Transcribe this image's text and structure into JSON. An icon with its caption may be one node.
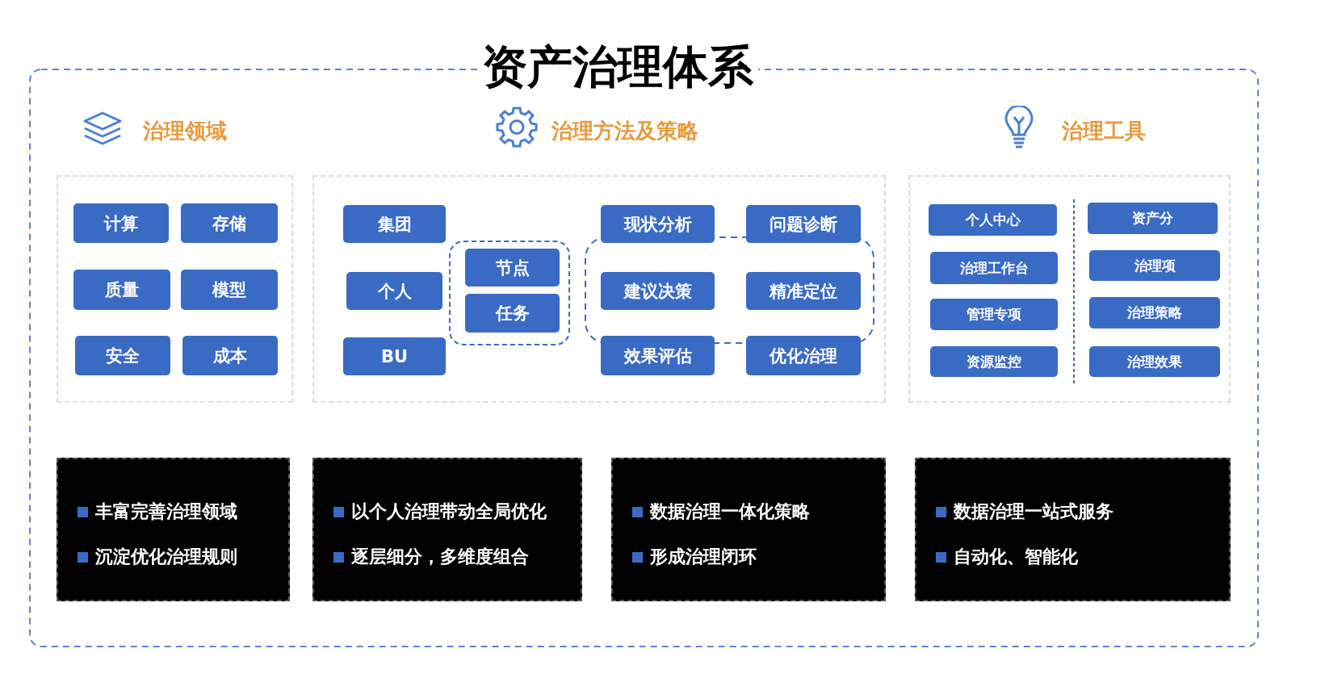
{
  "diagram": {
    "title": "资产治理体系",
    "nodes": [
      {
        "text": [
          "治理领域"
        ]
      },
      {
        "text": [
          "计算"
        ],
        "in": 0
      },
      {
        "text": [
          "存储"
        ],
        "in": 0
      },
      {
        "text": [
          "质量"
        ],
        "in": 0
      },
      {
        "text": [
          "模型"
        ],
        "in": 0
      },
      {
        "text": [
          "安全"
        ],
        "in": 0
      },
      {
        "text": [
          "成本"
        ],
        "in": 0
      },
      {
        "text": [
          "治理方法及策略"
        ]
      },
      {
        "text": [
          "集团"
        ],
        "in": 7
      },
      {
        "text": [
          "个人"
        ],
        "in": 7
      },
      {
        "text": [
          "BU"
        ],
        "in": 7
      },
      {
        "text": [],
        "shape": "box",
        "in": 7
      },
      {
        "text": [
          "节点"
        ],
        "in": 11
      },
      {
        "text": [
          "任务"
        ],
        "in": 11
      },
      {
        "text": [
          "现状分析"
        ],
        "in": 7
      },
      {
        "text": [
          "问题诊断"
        ],
        "in": 7
      },
      {
        "text": [
          "建议决策"
        ],
        "in": 7
      },
      {
        "text": [
          "精准定位"
        ],
        "in": 7
      },
      {
        "text": [
          "效果评估"
        ],
        "in": 7
      },
      {
        "text": [
          "优化治理"
        ],
        "in": 7
      },
      {
        "text": [
          "治理工具"
        ]
      },
      {
        "text": [
          "个人中心"
        ],
        "in": 20
      },
      {
        "text": [
          "资产分"
        ],
        "in": 20
      },
      {
        "text": [
          "治理工作台"
        ],
        "in": 20
      },
      {
        "text": [
          "治理项"
        ],
        "in": 20
      },
      {
        "text": [
          "管理专项"
        ],
        "in": 20
      },
      {
        "text": [
          "治理策略"
        ],
        "in": 20
      },
      {
        "text": [
          "资源监控"
        ],
        "in": 20
      },
      {
        "text": [
          "治理效果"
        ],
        "in": 20
      },
      {
        "text": [
          "丰富完善治理领域",
          "沉淀优化治理规则"
        ]
      },
      {
        "text": [
          "以个人治理带动全局优化",
          "逐层细分，多维度组合"
        ]
      },
      {
        "text": [
          "数据治理一体化策略",
          "形成治理闭环"
        ]
      },
      {
        "text": [
          "数据治理一站式服务",
          "自动化、智能化"
        ]
      }
    ]
  }
}
